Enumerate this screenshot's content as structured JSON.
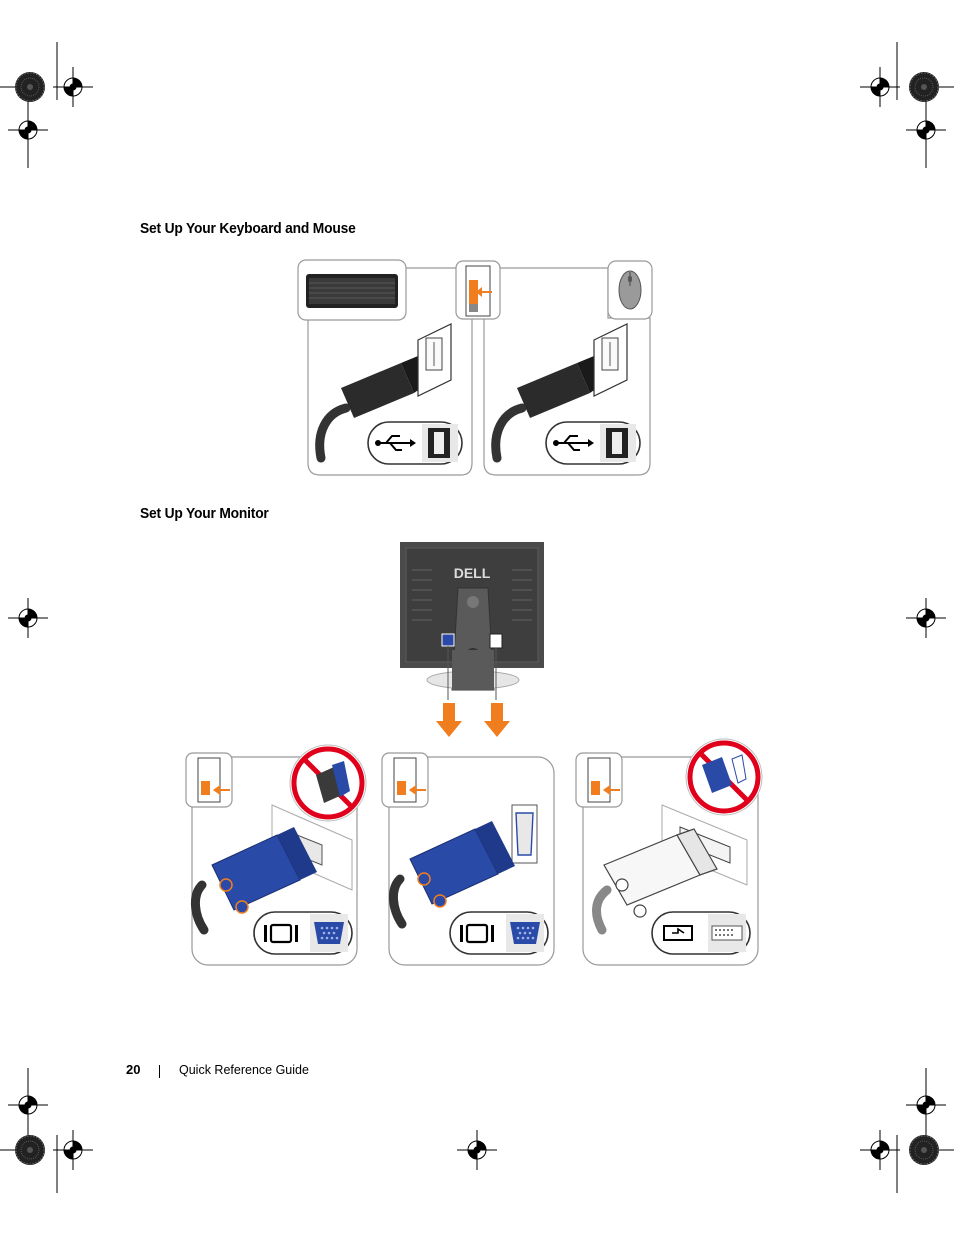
{
  "page": {
    "sections": [
      {
        "heading": "Set Up Your Keyboard and Mouse"
      },
      {
        "heading": "Set Up Your Monitor"
      }
    ],
    "monitor_logo": "DELL",
    "footer": {
      "page_number": "20",
      "guide_title": "Quick Reference Guide"
    }
  },
  "colors": {
    "accent_orange": "#f07d1e",
    "prohibited_red": "#e0001b",
    "vga_blue": "#2a4aa8",
    "monitor_gray": "#4a4a4a"
  },
  "icons": [
    "registration-mark-icon",
    "usb-symbol-icon",
    "keyboard-icon",
    "mouse-icon",
    "vga-symbol-icon",
    "dvi-symbol-icon",
    "prohibited-icon",
    "arrow-down-icon"
  ]
}
